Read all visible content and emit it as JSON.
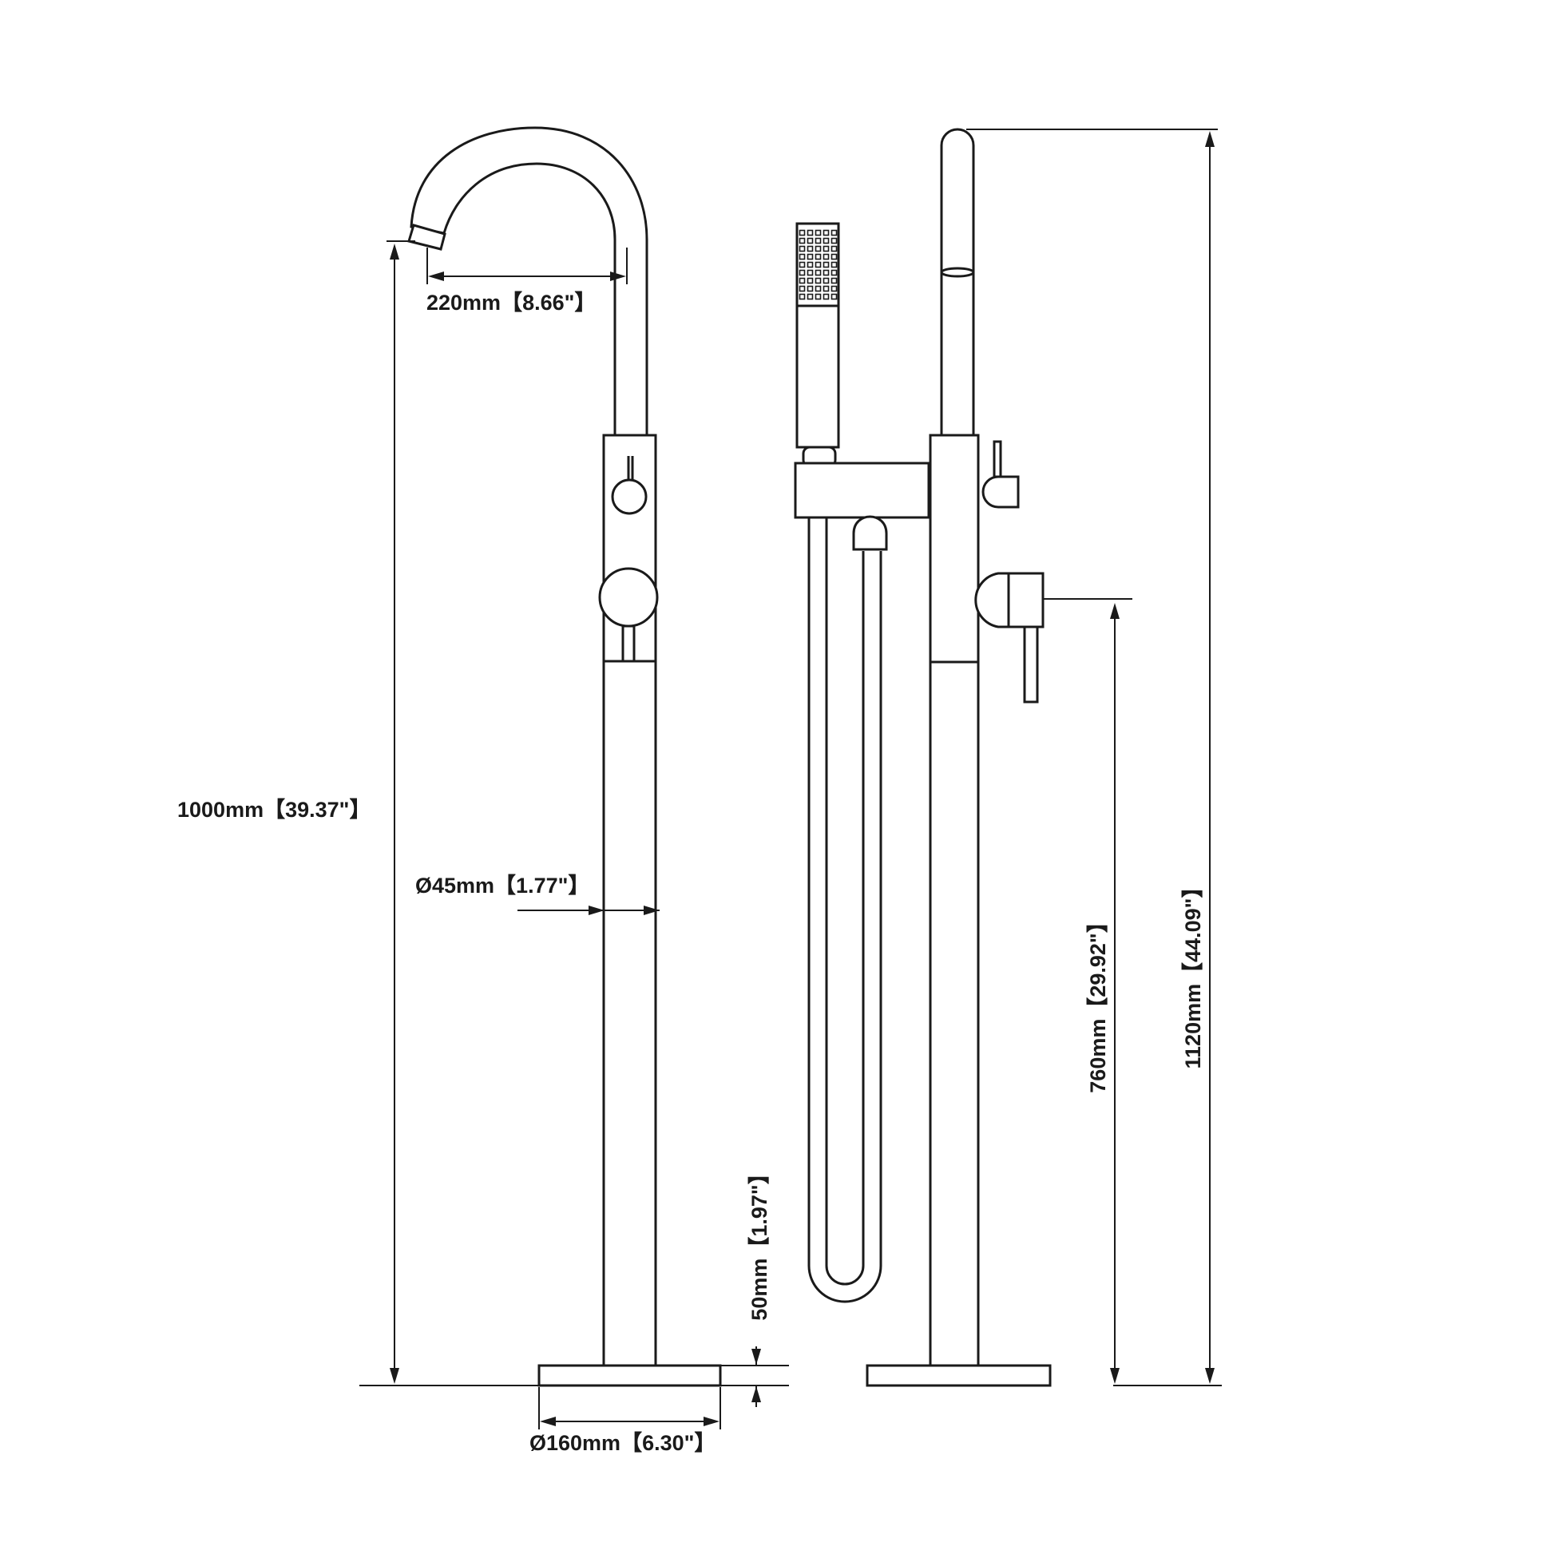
{
  "colors": {
    "line": "#1a1a1a",
    "background": "#ffffff"
  },
  "dimensions": {
    "spout_reach": "220mm【8.66\"】",
    "spout_height": "1000mm【39.37\"】",
    "pipe_diameter": "Ø45mm【1.77\"】",
    "base_height": "50mm【1.97\"】",
    "base_diameter": "Ø160mm【6.30\"】",
    "valve_height": "760mm【29.92\"】",
    "total_height": "1120mm【44.09\"】"
  }
}
